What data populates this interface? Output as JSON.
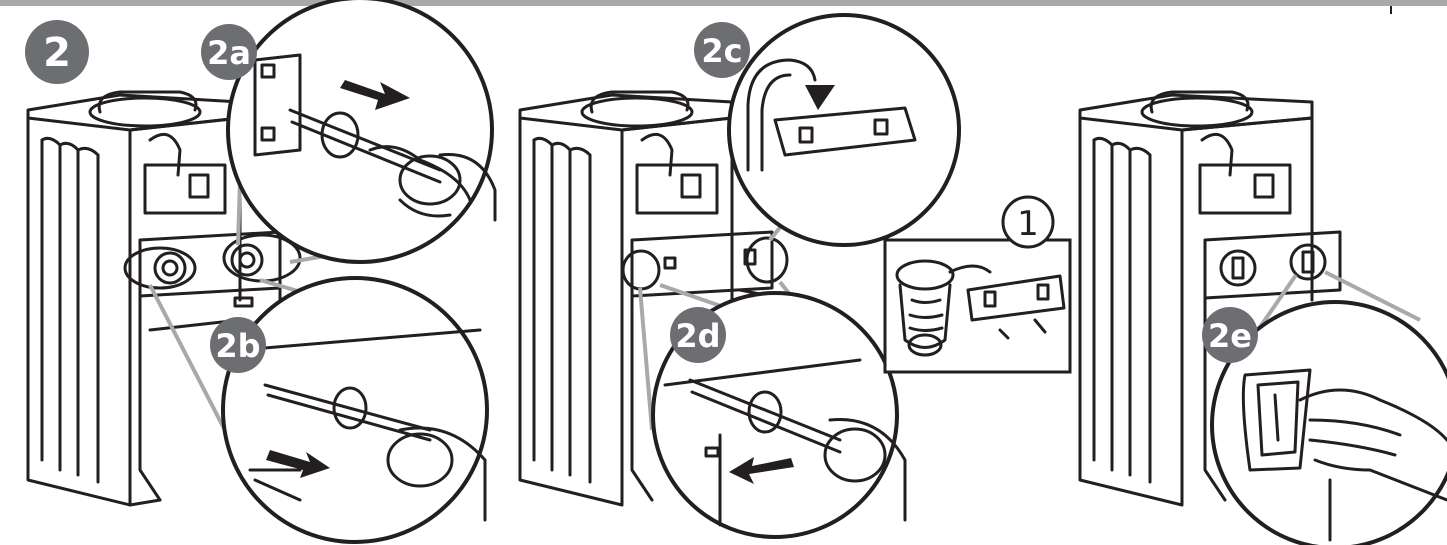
{
  "step": {
    "number": "2",
    "sub_steps": [
      "2a",
      "2b",
      "2c",
      "2d",
      "2e"
    ],
    "inset_badge": "1"
  },
  "colors": {
    "badge_fill": "#6d6e71",
    "line": "#231f20",
    "pointer_line": "#a7a9ac",
    "top_rule": "#a7a9ac"
  }
}
